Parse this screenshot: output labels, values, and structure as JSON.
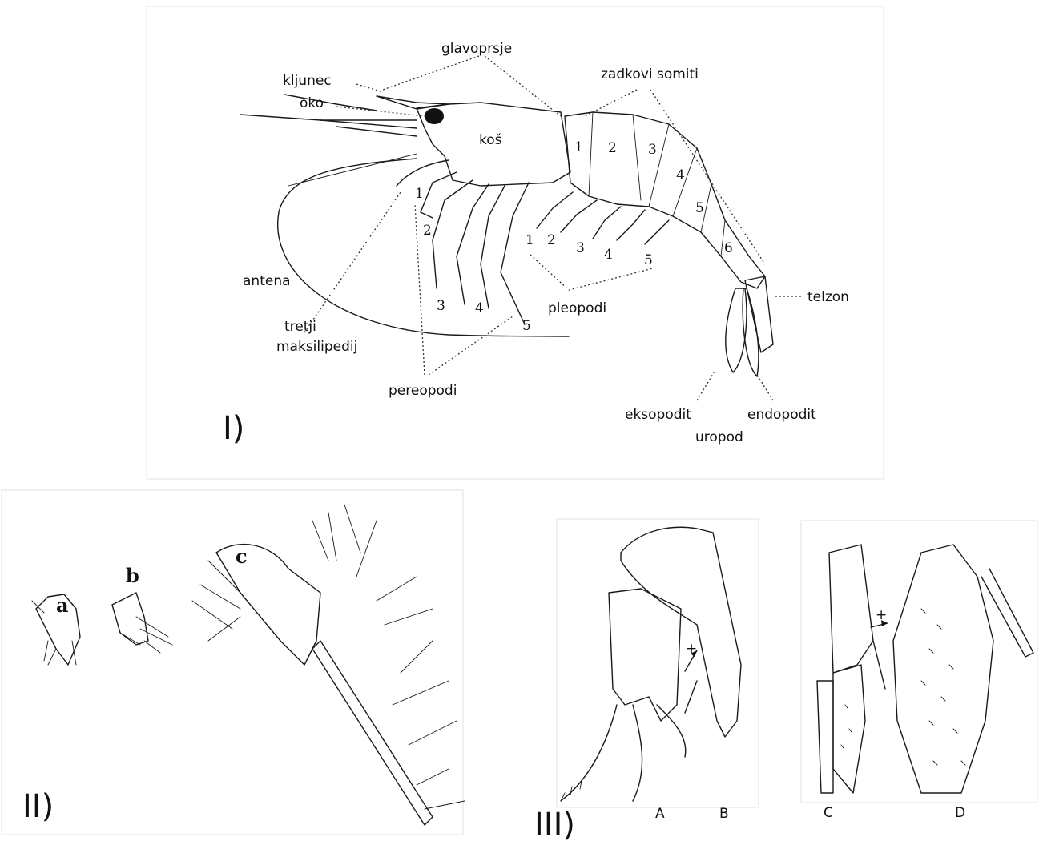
{
  "panel1": {
    "roman": "I)",
    "labels": {
      "glavoprsje": "glavoprsje",
      "kljunec": "kljunec",
      "oko": "oko",
      "kos": "koš",
      "zadkovi_somiti": "zadkovi somiti",
      "antena": "antena",
      "tretji": "tretji",
      "maksilipedij": "maksilipedij",
      "pereopodi": "pereopodi",
      "pleopodi": "pleopodi",
      "telzon": "telzon",
      "eksopodit": "eksopodit",
      "endopodit": "endopodit",
      "uropod": "uropod"
    },
    "somite_numbers": [
      "1",
      "2",
      "3",
      "4",
      "5",
      "6"
    ],
    "pereopod_numbers": [
      "1",
      "2",
      "3",
      "4",
      "5"
    ],
    "pleopod_numbers": [
      "1",
      "2",
      "3",
      "4",
      "5"
    ]
  },
  "panel2": {
    "roman": "II)",
    "labels": {
      "a": "a",
      "b": "b",
      "c": "c"
    }
  },
  "panel3": {
    "roman": "III)",
    "labels": {
      "A": "A",
      "B": "B",
      "C": "C",
      "D": "D",
      "plus1": "+",
      "plus2": "+"
    }
  }
}
